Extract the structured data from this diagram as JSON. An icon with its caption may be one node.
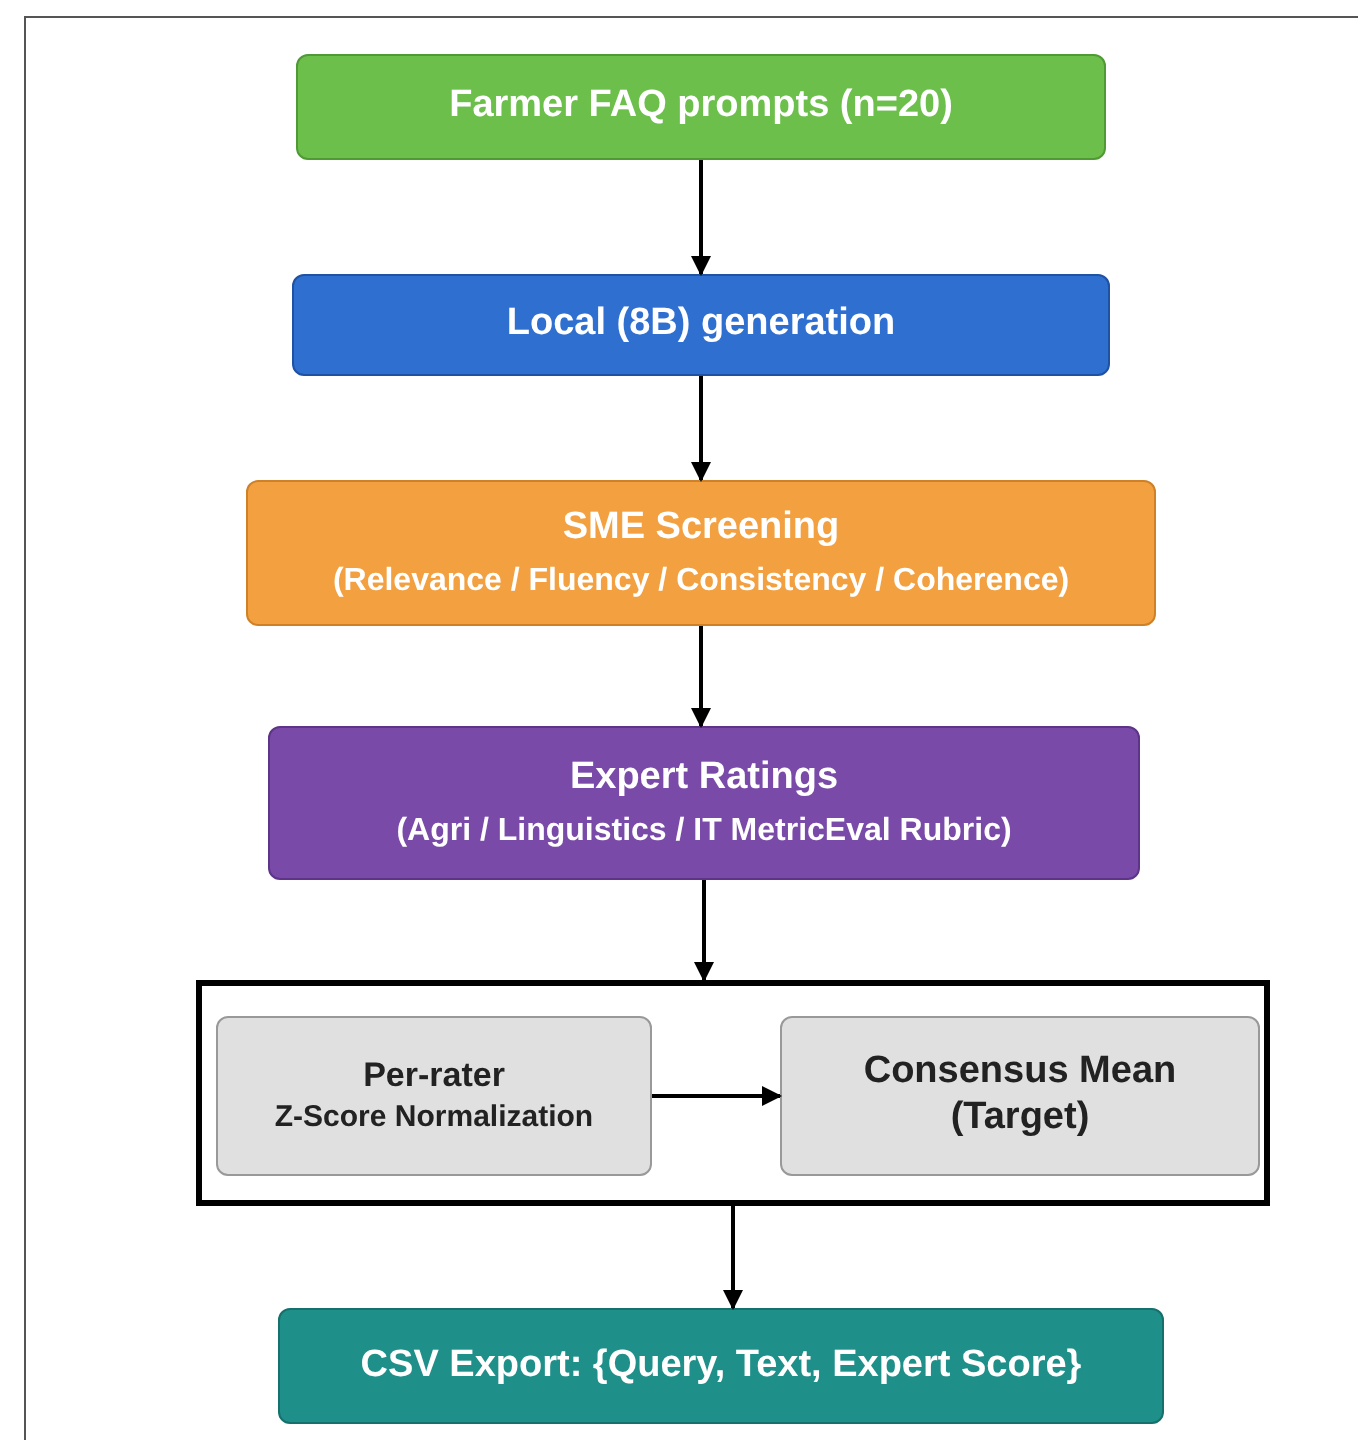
{
  "diagram": {
    "nodes": [
      {
        "text": [
          "Farmer FAQ prompts (n=20)"
        ]
      },
      {
        "text": [
          "Local (8B) generation"
        ]
      },
      {
        "text": [
          "SME Screening",
          "(Relevance / Fluency / Consistency / Coherence)"
        ]
      },
      {
        "text": [
          "Expert Ratings",
          "(Agri / Linguistics / IT MetricEval Rubric)"
        ]
      },
      {
        "text": [],
        "shape": "box"
      },
      {
        "text": [
          "Per-rater",
          "Z-Score Normalization"
        ],
        "in": 4
      },
      {
        "text": [
          "Consensus Mean (Target)"
        ],
        "in": 4
      },
      {
        "text": [
          "CSV Export: {Query, Text, Expert Score}"
        ]
      }
    ],
    "edges": [
      {
        "from": 0,
        "to": 1,
        "arrow": "to"
      },
      {
        "from": 1,
        "to": 2,
        "arrow": "to"
      },
      {
        "from": 2,
        "to": 3,
        "arrow": "to"
      },
      {
        "from": 3,
        "to": 4,
        "arrow": "to"
      },
      {
        "from": 5,
        "to": 6,
        "arrow": "to"
      },
      {
        "from": 4,
        "to": 7,
        "arrow": "to"
      }
    ]
  }
}
